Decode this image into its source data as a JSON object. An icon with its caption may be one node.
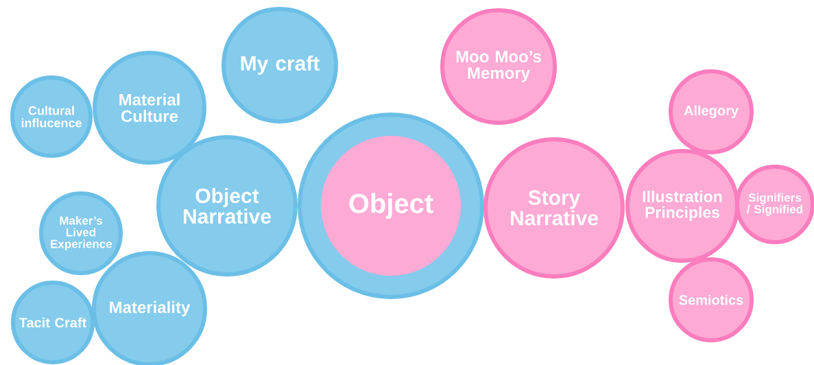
{
  "diagram": {
    "nodes": [
      {
        "text": [],
        "shape": "circle"
      },
      {
        "text": [
          "Object"
        ],
        "in": 0
      },
      {
        "text": [
          "My craft"
        ]
      },
      {
        "text": [
          "Moo Moo’s Memory"
        ]
      },
      {
        "text": [
          "Material Culture"
        ]
      },
      {
        "text": [
          "Cultural influcence"
        ]
      },
      {
        "text": [
          "Object Narrative"
        ]
      },
      {
        "text": [
          "Story Narrative"
        ]
      },
      {
        "text": [
          "Allegory"
        ]
      },
      {
        "text": [
          "Illustration Principles"
        ]
      },
      {
        "text": [
          "Signifiers / Signified"
        ]
      },
      {
        "text": [
          "Maker’s Lived Experience"
        ]
      },
      {
        "text": [
          "Tacit Craft"
        ]
      },
      {
        "text": [
          "Materiality"
        ]
      },
      {
        "text": [
          "Semiotics"
        ]
      }
    ]
  }
}
